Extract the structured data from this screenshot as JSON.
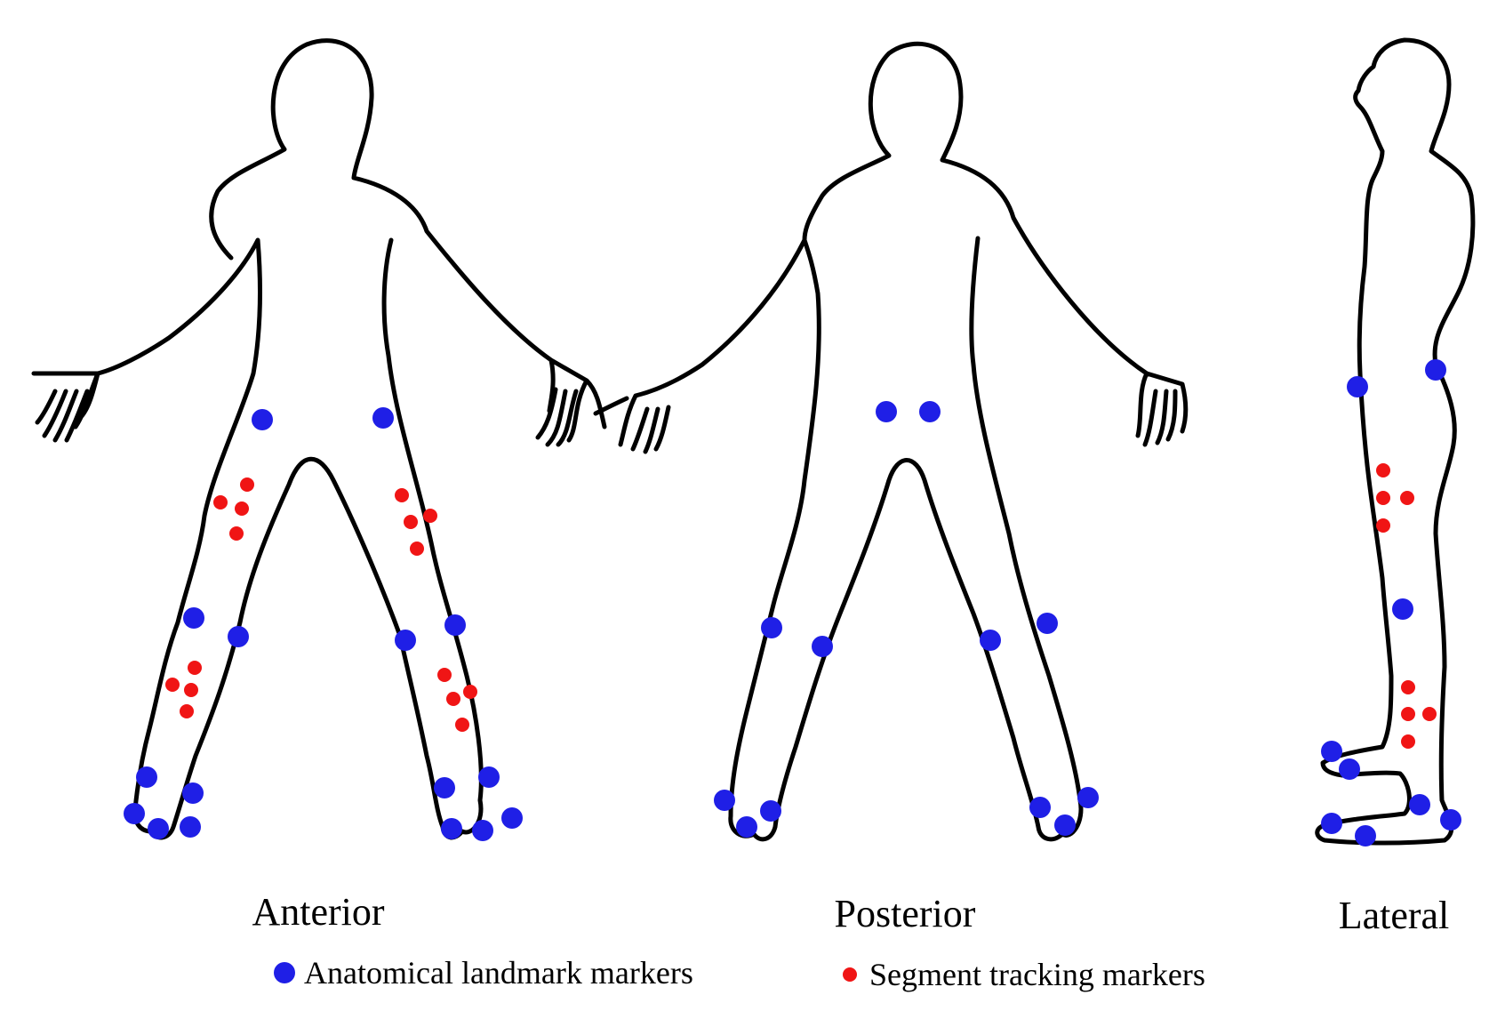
{
  "colors": {
    "anatomical": "#1f1fe6",
    "tracking": "#f01515",
    "outline": "#000000"
  },
  "views": [
    {
      "key": "anterior",
      "label": "Anterior"
    },
    {
      "key": "posterior",
      "label": "Posterior"
    },
    {
      "key": "lateral",
      "label": "Lateral"
    }
  ],
  "legend": {
    "anatomical_label": "Anatomical landmark markers",
    "tracking_label": "Segment tracking markers"
  }
}
